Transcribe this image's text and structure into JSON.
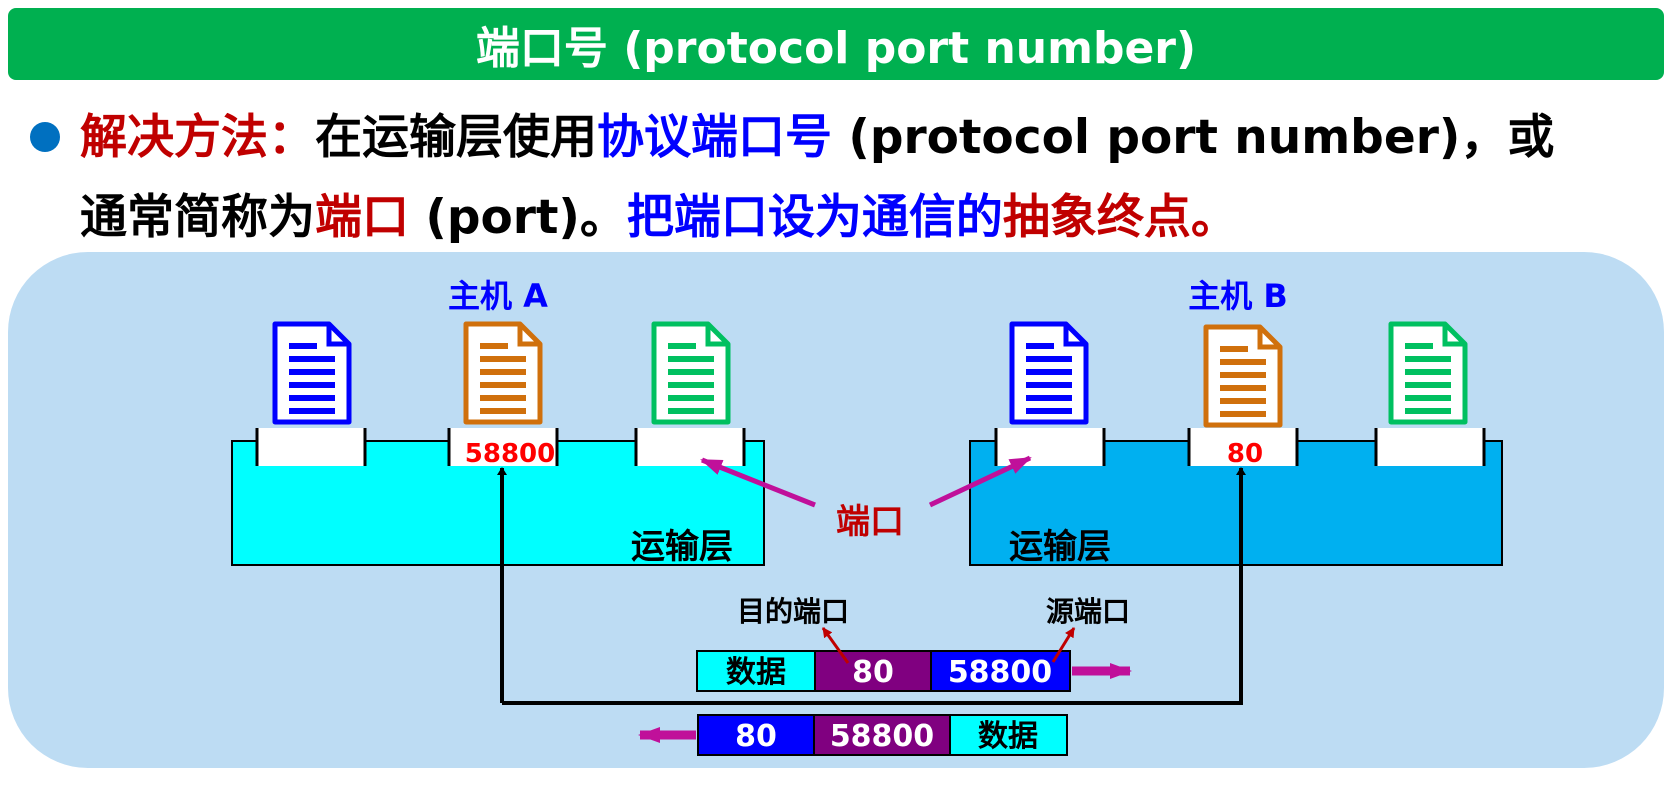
{
  "title": "端口号 (protocol port number)",
  "paragraph": {
    "label": "解决方法：",
    "t1": "在运输层使用",
    "t2": "协议端口号",
    "t3": " (protocol port number)，或",
    "t4": "通常简称为",
    "t5": "端口",
    "t6": " (port)。",
    "t7": "把端口设为通信的",
    "t8": "抽象终点。"
  },
  "diagram": {
    "host_a": "主机 A",
    "host_b": "主机 B",
    "transport_a": "运输层",
    "transport_b": "运输层",
    "port_center": "端口",
    "port_a_value": "58800",
    "port_b_value": "80",
    "dest_port_label": "目的端口",
    "src_port_label": "源端口",
    "packet1": {
      "data": "数据",
      "dst": "80",
      "src": "58800"
    },
    "packet2": {
      "dst": "80",
      "src": "58800",
      "data": "数据"
    }
  },
  "colors": {
    "title_bg": "#00b050",
    "bullet": "#0070c0",
    "red_text": "#c00000",
    "blue_text": "#0000ff",
    "panel_bg": "#bddcf3",
    "transport_a_bg": "#00ffff",
    "transport_b_bg": "#00b0f0",
    "doc_blue": "#0000ff",
    "doc_orange": "#d0700c",
    "doc_green": "#00c060",
    "arrow_magenta": "#c0109a",
    "dst_field_bg": "#800080",
    "src_field_bg": "#0000ff",
    "data_field_bg": "#00ffff"
  }
}
